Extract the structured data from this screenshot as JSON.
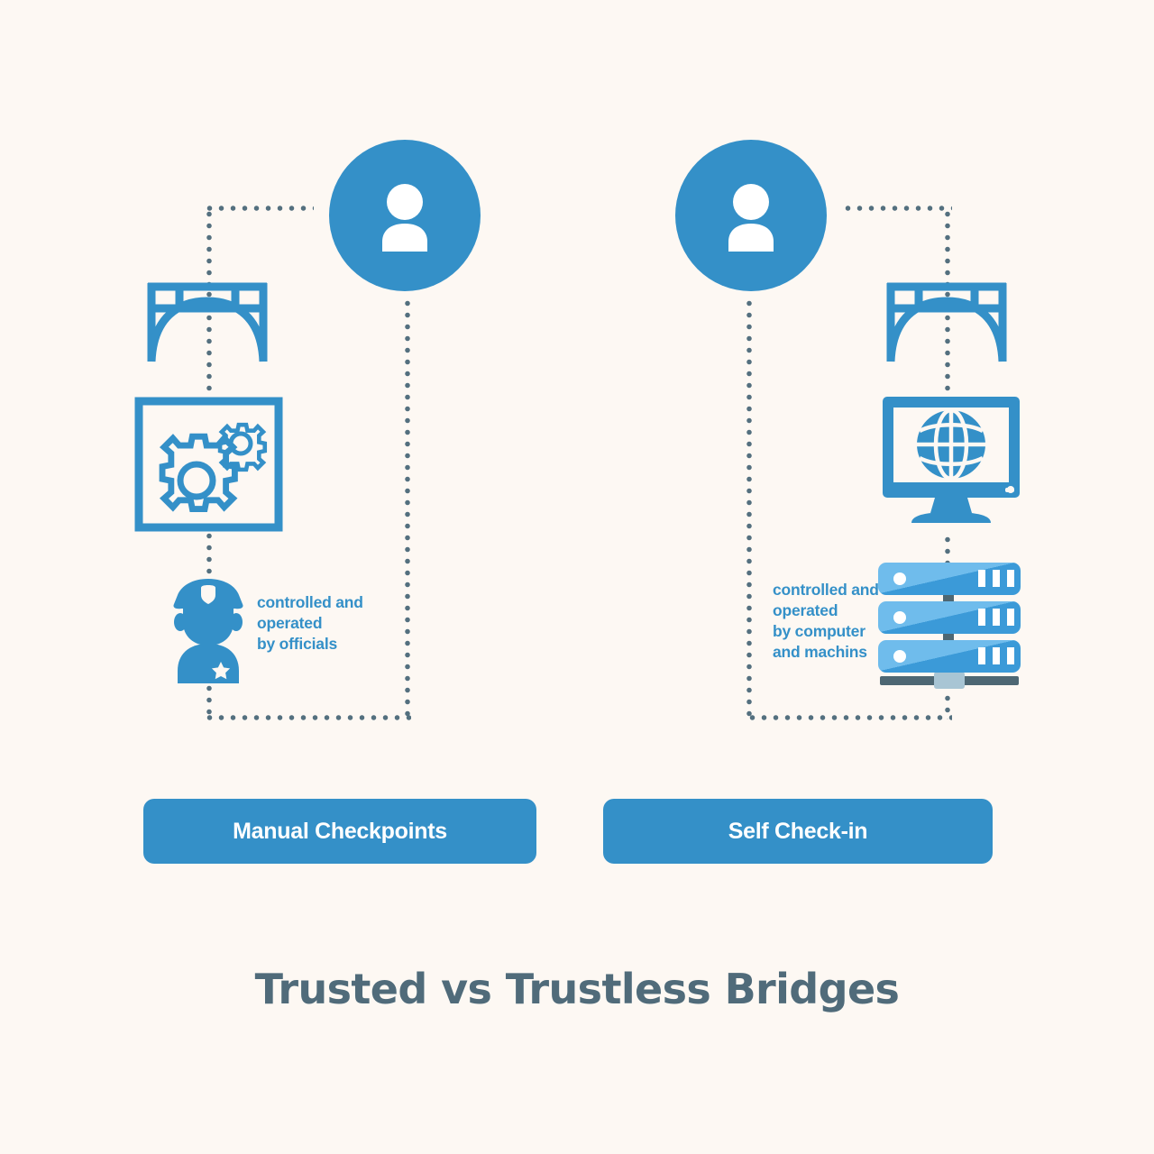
{
  "theme": {
    "background": "#fdf8f3",
    "accent_blue": "#3490c8",
    "light_blue": "#5fb0e0",
    "dark_slate": "#506b7a",
    "dot_color": "#54707f",
    "white": "#ffffff"
  },
  "title": "Trusted vs Trustless Bridges",
  "left_column": {
    "avatar_label": "person-avatar",
    "bridge_label": "bridge-icon",
    "process_label": "gears-box-icon",
    "actor_label": "police-officer-icon",
    "caption": "controlled and\noperated\nby officials",
    "button_label": "Manual Checkpoints"
  },
  "right_column": {
    "avatar_label": "person-avatar",
    "bridge_label": "bridge-icon",
    "process_label": "monitor-globe-icon",
    "actor_label": "server-rack-icon",
    "caption": "controlled and\noperated\nby computer\nand machins",
    "button_label": "Self Check-in"
  }
}
